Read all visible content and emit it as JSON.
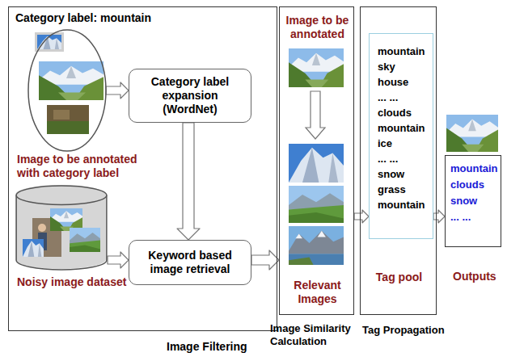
{
  "diagram": {
    "nodes": [
      {
        "text": [
          "Category label: mountain",
          "Image Filtering"
        ]
      },
      {
        "text": [
          "Image to be annotated with category label"
        ],
        "in": 0
      },
      {
        "text": [
          "Category label expansion (WordNet)"
        ],
        "in": 0
      },
      {
        "text": [
          "Noisy image dataset"
        ],
        "in": 0
      },
      {
        "text": [
          "Keyword based image retrieval"
        ],
        "in": 0
      },
      {
        "text": [
          "Image to be annotated",
          "Relevant Images",
          "Image Similarity Calculation"
        ]
      },
      {
        "text": [
          "Tag pool",
          "Tag Propagation"
        ]
      },
      {
        "text": [
          "mountain",
          "sky",
          "house",
          "... ...",
          "clouds",
          "mountain",
          "ice",
          "... ...",
          "snow",
          "grass",
          "mountain"
        ],
        "in": 6
      },
      {
        "text": [
          "mountain",
          "clouds",
          "snow",
          "... ..."
        ]
      }
    ],
    "edges": [
      {
        "from": 1,
        "to": 2,
        "arrow": "to"
      },
      {
        "from": 2,
        "to": 4,
        "arrow": "to"
      },
      {
        "from": 3,
        "to": 4,
        "arrow": "to"
      },
      {
        "from": 4,
        "to": 5,
        "arrow": "to"
      },
      {
        "from": 5,
        "to": 7,
        "arrow": "to"
      },
      {
        "from": 7,
        "to": 8,
        "arrow": "to"
      }
    ],
    "labels": [
      "Outputs"
    ]
  }
}
